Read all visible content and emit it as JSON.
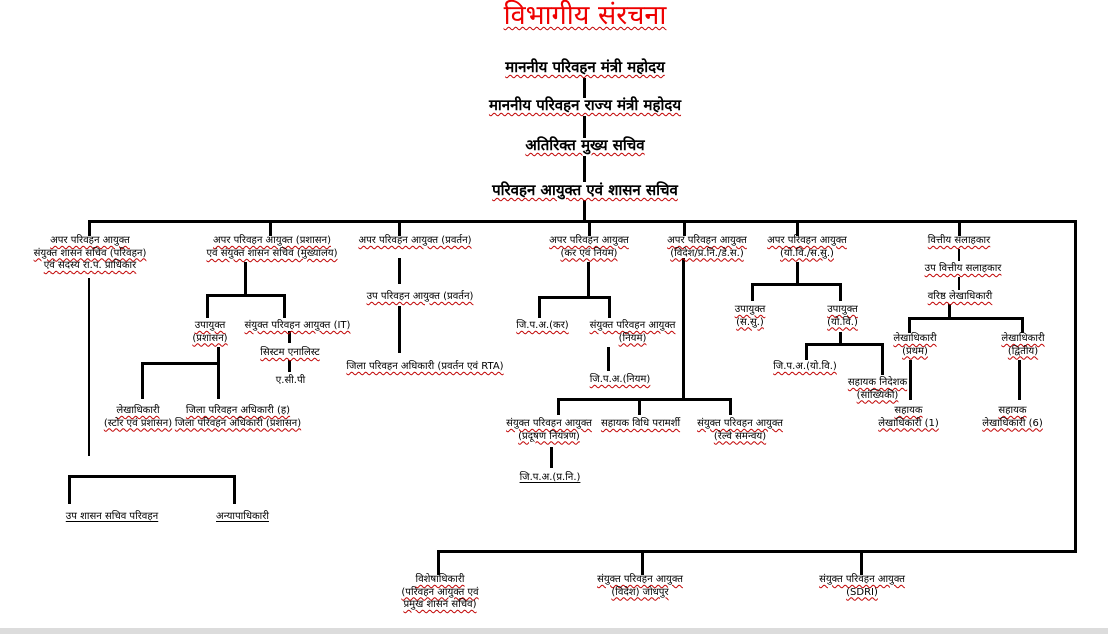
{
  "title": "विभागीय संरचना",
  "top": {
    "l1": "माननीय परिवहन मंत्री महोदय",
    "l2": "माननीय परिवहन राज्य मंत्री महोदय",
    "l3": "अतिरिक्त मुख्य सचिव",
    "l4": "परिवहन आयुक्त एवं शासन सचिव"
  },
  "tier1": {
    "a1": [
      "अपर परिवहन आयुक्त",
      "संयुक्त शासन सचिव (परिवहन)",
      "एवं सदस्य रा.प. प्राधिकार"
    ],
    "a2": "अपर परिवहन आयुक्त (प्रशासन)",
    "a2b": "एवं संयुक्त शासन सचिव (मुख्यालय)",
    "a3": "अपर परिवहन आयुक्त (प्रवर्तन)",
    "a4": [
      "अपर परिवहन आयुक्त",
      "(कर एवं नियम)"
    ],
    "a5": [
      "अपर परिवहन आयुक्त",
      "(विदेश/प्र.नि./डे.स.)"
    ],
    "a6": [
      "अपर परिवहन आयुक्त",
      "(यो.वि./स.सु.)"
    ],
    "a7": "वित्तीय सलाहकार"
  },
  "col1": {
    "c1": "उप शासन सचिव परिवहन",
    "c2": "अन्यापाधिकारी"
  },
  "col2": {
    "c1": [
      "उपायुक्त",
      "(प्रशासन)"
    ],
    "c2": "संयुक्त परिवहन आयुक्त (IT)",
    "c3": "सिस्टम एनालिस्ट",
    "c4": "ए.सी.पी",
    "c5": [
      "लेखाधिकारी",
      "(स्टोर एवं प्रशासन)"
    ],
    "c6": [
      "जिला परिवहन अधिकारी (ह)",
      "जिला परिवहन अधिकारी (प्रशासन)"
    ]
  },
  "col3": {
    "c1": "उप परिवहन आयुक्त (प्रवर्तन)",
    "c2": "जिला परिवहन अधिकारी (प्रवर्तन एवं RTA)"
  },
  "col4": {
    "c1": "जि.प.अ.(कर)",
    "c2": [
      "संयुक्त परिवहन आयुक्त",
      "(नियम)"
    ],
    "c3": "जि.प.अ.(नियम)"
  },
  "col5": {
    "c1": [
      "संयुक्त परिवहन आयुक्त",
      "(प्रदूषण नियंत्रण)"
    ],
    "c2": "सहायक विधि परामर्शी",
    "c3": [
      "संयुक्त परिवहन आयुक्त",
      "(रेल्वे समन्वय)"
    ],
    "c4": "जि.प.अ.(प्र.नि.)"
  },
  "col6": {
    "c1": [
      "उपायुक्त",
      "(स.सु.)"
    ],
    "c2": [
      "उपायुक्त",
      "(यो.वि.)"
    ],
    "c3": "जि.प.अ.(यो.वि.)",
    "c4": [
      "सहायक निदेशक",
      "(सांख्यिकी)"
    ]
  },
  "col7": {
    "c1": "उप वित्तीय सलाहकार",
    "c2": "वरिष्ठ लेखाधिकारी",
    "c3": [
      "लेखाधिकारी",
      "(प्रथम)"
    ],
    "c4": [
      "लेखाधिकारी",
      "(द्वितीय)"
    ],
    "c5": [
      "सहायक",
      "लेखाधिकारी (1)"
    ],
    "c6": [
      "सहायक",
      "लेखाधिकारी (6)"
    ]
  },
  "bottom": {
    "b1": [
      "विशेषाधिकारी",
      "(परिवहन आयुक्त एवं",
      "प्रमुख शासन सचिव)"
    ],
    "b2": [
      "संयुक्त परिवहन आयुक्त",
      "(विदेश) जोधपुर"
    ],
    "b3": [
      "संयुक्त परिवहन आयुक्त",
      "(SDRI)"
    ]
  }
}
